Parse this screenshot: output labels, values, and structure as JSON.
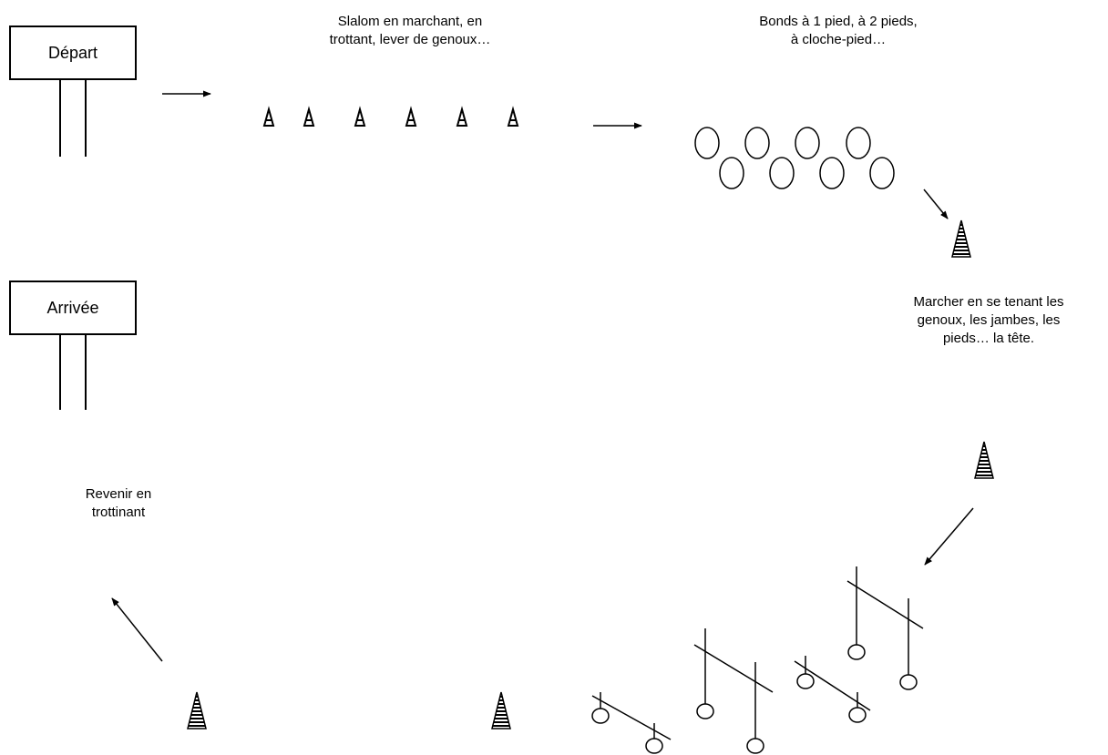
{
  "diagram": {
    "start_sign": {
      "label": "Départ"
    },
    "finish_sign": {
      "label": "Arrivée"
    },
    "stations": [
      {
        "id": "slalom",
        "caption": "Slalom en marchant, en\ntrottant, lever de genoux…",
        "item_icon": "small-cone-icon",
        "item_count": 6
      },
      {
        "id": "bonds",
        "caption": "Bonds à 1 pied, à 2 pieds,\nà cloche-pied…",
        "item_icon": "hoop-icon",
        "item_count": 8
      },
      {
        "id": "marcher",
        "caption": "Marcher en se tenant les\ngenoux, les jambes, les\npieds… la tête.",
        "item_icon": "striped-cone-icon",
        "item_count": 2
      },
      {
        "id": "haies",
        "caption": "",
        "item_icon": "hurdle-icon",
        "item_count": 4
      },
      {
        "id": "revenir",
        "caption": "Revenir en\ntrottinant",
        "item_icon": "striped-cone-icon",
        "item_count": 2
      }
    ],
    "arrow_icon": "arrow-icon",
    "colors": {
      "ink": "#000000",
      "background": "#ffffff"
    }
  }
}
